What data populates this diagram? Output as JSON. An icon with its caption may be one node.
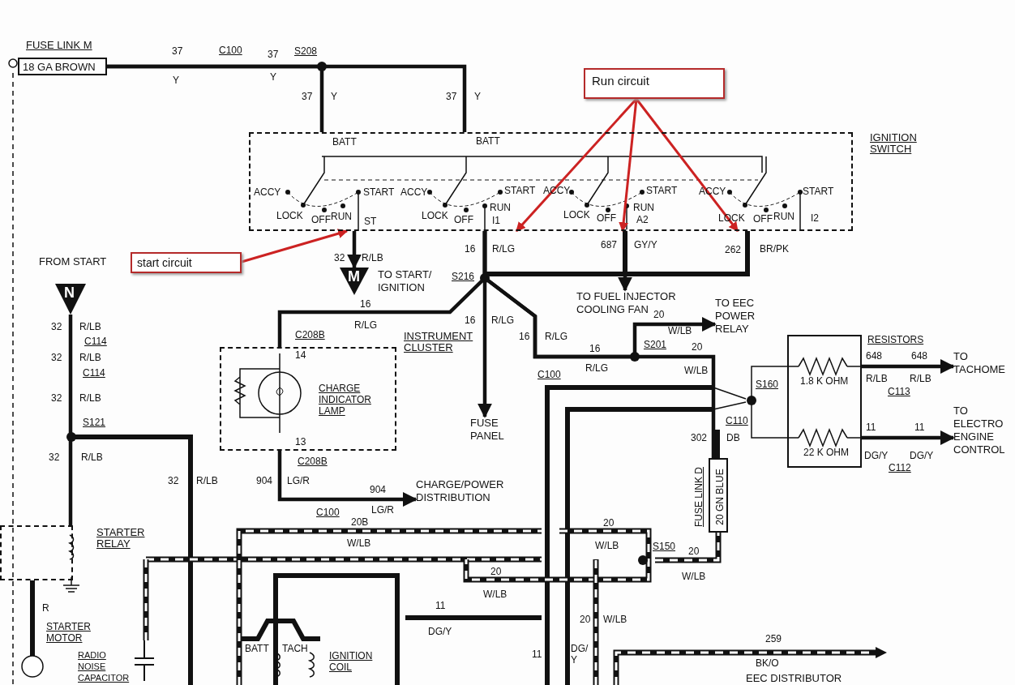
{
  "diagram": {
    "nodes": [
      {
        "text": [
          "Run circuit"
        ]
      },
      {
        "text": [
          "start circuit"
        ]
      },
      {
        "text": [
          "FUSE LINK M",
          "18 GA BROWN"
        ]
      },
      {
        "text": [
          "IGNITION SWITCH"
        ]
      },
      {
        "text": [
          "INSTRUMENT CLUSTER",
          "CHARGE INDICATOR LAMP"
        ]
      },
      {
        "text": [
          "RESISTORS",
          "1.8 K OHM",
          "22 K OHM"
        ]
      },
      {
        "text": [
          "FUSE LINK D",
          "20 GN BLUE"
        ]
      },
      {
        "text": [
          "STARTER RELAY"
        ]
      },
      {
        "text": [
          "M"
        ],
        "beside": [
          "TO START/ IGNITION"
        ]
      },
      {
        "text": [
          "N"
        ]
      },
      {
        "text": [
          "TO FUEL INJECTOR COOLING FAN"
        ]
      },
      {
        "text": [
          "TO EEC POWER RELAY"
        ]
      },
      {
        "text": [
          "FUSE PANEL"
        ]
      },
      {
        "text": [
          "CHARGE/POWER DISTRIBUTION"
        ]
      },
      {
        "text": [
          "TO TACHOME"
        ]
      },
      {
        "text": [
          "TO ELECTRO ENGINE CONTROL"
        ]
      }
    ],
    "edges": [
      {
        "from": 2,
        "to": 3,
        "arrow": "none"
      },
      {
        "from": 2,
        "to": 3,
        "arrow": "none"
      },
      {
        "from": 0,
        "to": 3,
        "arrow": "to",
        "color": "#cc2222"
      },
      {
        "from": 0,
        "to": 3,
        "arrow": "to",
        "color": "#cc2222"
      },
      {
        "from": 0,
        "to": 3,
        "arrow": "to",
        "color": "#cc2222"
      },
      {
        "from": 1,
        "to": 3,
        "arrow": "to",
        "color": "#cc2222"
      },
      {
        "from": 3,
        "to": 4,
        "arrow": "none"
      },
      {
        "from": 3,
        "to": 8,
        "arrow": "to"
      },
      {
        "from": 3,
        "to": 10,
        "arrow": "to"
      },
      {
        "from": 3,
        "to": 12,
        "arrow": "to"
      },
      {
        "from": 3,
        "to": 6,
        "arrow": "none"
      },
      {
        "from": 3,
        "to": 11,
        "arrow": "to"
      },
      {
        "from": 4,
        "to": 13,
        "arrow": "to"
      },
      {
        "from": 5,
        "to": 14,
        "arrow": "to"
      },
      {
        "from": 5,
        "to": 15,
        "arrow": "to"
      },
      {
        "from": 9,
        "to": 7,
        "arrow": "none"
      }
    ],
    "labels": [
      "37",
      "C100",
      "37",
      "S208",
      "Y",
      "Y",
      "37",
      "Y",
      "37",
      "Y",
      "BATT",
      "BATT",
      "ACCY",
      "START",
      "ACCY",
      "START",
      "ACCY",
      "START",
      "ACCY",
      "START",
      "LOCK",
      "OFF",
      "RUN",
      "ST",
      "LOCK",
      "OFF",
      "RUN",
      "I1",
      "LOCK",
      "OFF",
      "RUN",
      "A2",
      "LOCK",
      "OFF",
      "RUN",
      "I2",
      "16",
      "R/LG",
      "687",
      "GY/Y",
      "262",
      "BR/PK",
      "FROM START",
      "32",
      "R/LB",
      "S216",
      "16",
      "32",
      "R/LB",
      "R/LG",
      "16",
      "R/LG",
      "20",
      "W/LB",
      "C114",
      "C208B",
      "16",
      "R/LG",
      "16",
      "S201",
      "20",
      "32",
      "R/LB",
      "14",
      "648",
      "648",
      "C114",
      "C100",
      "R/LG",
      "W/LB",
      "R/LB",
      "R/LB",
      "S160",
      "C113",
      "32",
      "R/LB",
      "S121",
      "C110",
      "11",
      "11",
      "302",
      "DB",
      "13",
      "32",
      "R/LB",
      "C208B",
      "DG/Y",
      "DG/Y",
      "C112",
      "32",
      "R/LB",
      "904",
      "LG/R",
      "904",
      "C100",
      "LG/R",
      "20B",
      "20",
      "W/LB",
      "W/LB",
      "S150",
      "20",
      "20",
      "W/LB",
      "W/LB",
      "R",
      "11",
      "20",
      "W/LB",
      "STARTER MOTOR",
      "DG/Y",
      "259",
      "RADIO NOISE CAPACITOR",
      "BATT",
      "TACH",
      "IGNITION COIL",
      "11",
      "DG/ Y",
      "BK/O",
      "EEC DISTRIBUTOR"
    ]
  }
}
